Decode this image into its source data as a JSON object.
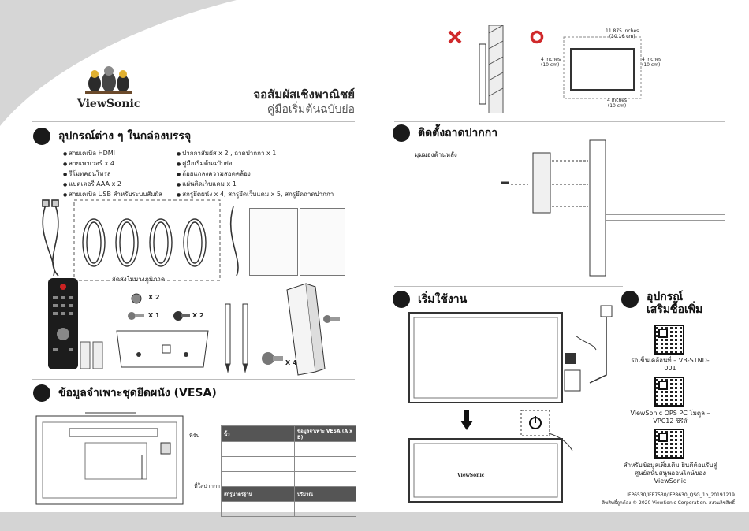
{
  "header": {
    "brand": "ViewSonic",
    "title_main": "จอสัมผัสเชิงพาณิชย์",
    "title_sub": "คู่มือเริ่มต้นฉบับย่อ"
  },
  "in_box": {
    "title": "อุปกรณ์ต่าง ๆ ในกล่องบรรจุ",
    "col1": [
      "สายเคเบิล HDMI",
      "สายเพาเวอร์ x 4",
      "รีโมทคอนโทรล",
      "แบตเตอรี่ AAA x 2",
      "สายเคเบิล USB สำหรับระบบสัมผัส"
    ],
    "col2": [
      "ปากกาสัมผัส x 2 , ถาดปากกา x 1",
      "คู่มือเริ่มต้นฉบับย่อ",
      "ถ้อยแถลงความสอดคล้อง",
      "แผ่นติดเว็บแคม x 1",
      "สกรูยึดผนัง x 4, สกรูยึดเว็บแคม x 5, สกรูยึดถาดปากกา"
    ],
    "regional_note": "จัดส่งในบางภูมิภาค",
    "qty_x2a": "X 2",
    "qty_x1": "X 1",
    "qty_x2b": "X 2",
    "qty_x4": "X 4"
  },
  "vesa": {
    "title": "ข้อมูลจำเพาะชุดยึดผนัง (VESA)",
    "label_stand": "ที่จับ",
    "label_io": "ที่ใส่ปากกา",
    "table_header": [
      "นิ้ว",
      "ข้อมูลจำเพาะ VESA (A x B)"
    ],
    "table_footer": [
      "สกรูมาตรฐาน",
      "ปริมาณ"
    ]
  },
  "mount": {
    "dim_top": "11.875 inches",
    "dim_top_cm": "(30.16 cm)",
    "dim_left": "4 inches",
    "dim_left_cm": "(10 cm)",
    "dim_right": "4 inches",
    "dim_right_cm": "(10 cm)",
    "dim_bottom": "4 inches",
    "dim_bottom_cm": "(10 cm)"
  },
  "pen_tray": {
    "title": "ติดตั้งถาดปากกา",
    "subtitle": "มุมมองด้านหลัง"
  },
  "getting_started": {
    "title": "เริ่มใช้งาน",
    "brand_screen": "ViewSonic"
  },
  "accessories": {
    "title_line1": "อุปกรณ์",
    "title_line2": "เสริมซื้อเพิ่ม",
    "qr1_caption": "รถเข็นเคลื่อนที่ – VB-STND-001",
    "qr2_caption": "ViewSonic OPS PC โมดูล – VPC12 ซีรีส์",
    "qr3_caption": "สำหรับข้อมูลเพิ่มเติม ยินดีต้อนรับสู่ศูนย์สนับสนุนออนไลน์ของ ViewSonic"
  },
  "footer": {
    "model": "IFP6530/IFP7530/IFP8630_QSG_1b_20191219",
    "copyright": "ลิขสิทธิ์ถูกต้อง © 2020 ViewSonic Corporation. สงวนลิขสิทธิ์"
  }
}
